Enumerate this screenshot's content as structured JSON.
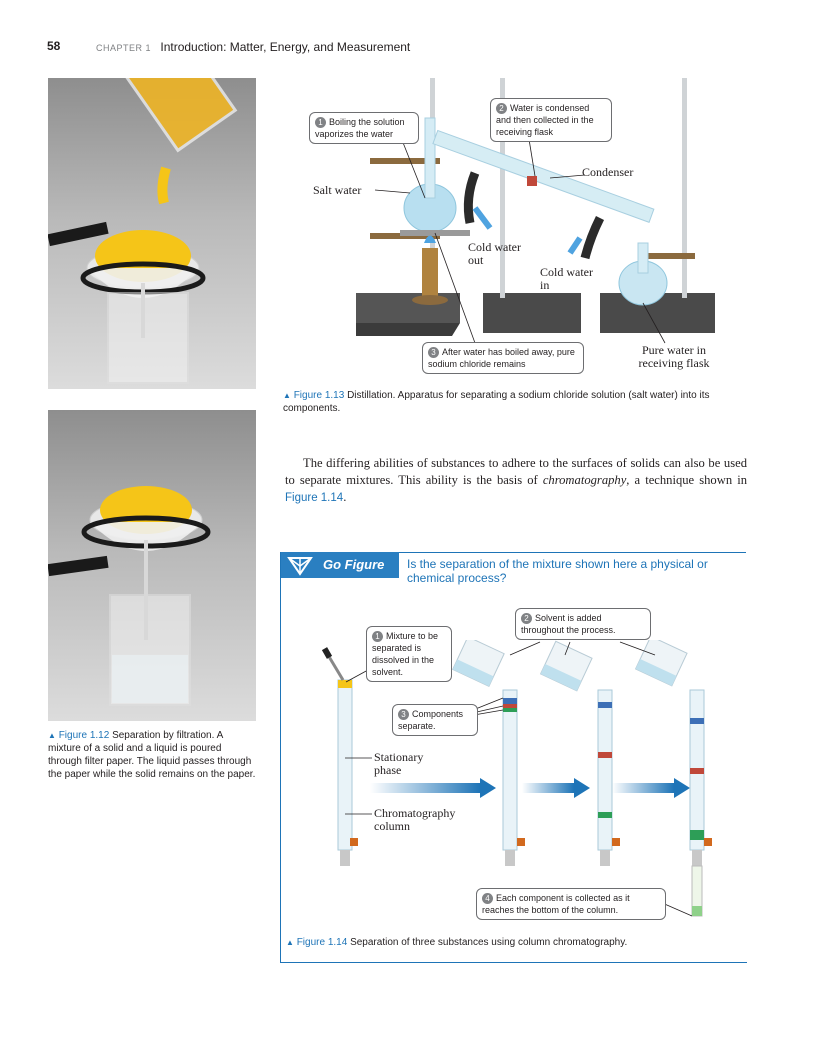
{
  "header": {
    "page_number": "58",
    "chapter_label": "CHAPTER 1",
    "chapter_title": "Introduction: Matter, Energy, and Measurement"
  },
  "figure_1_13": {
    "callout_1": {
      "num": "1",
      "text": "Boiling the solution vaporizes the water"
    },
    "callout_2": {
      "num": "2",
      "text": "Water is condensed and then collected in the receiving flask"
    },
    "callout_3": {
      "num": "3",
      "text": "After water has boiled away, pure sodium chloride remains"
    },
    "labels": {
      "salt_water": "Salt water",
      "condenser": "Condenser",
      "cold_water_out": "Cold water out",
      "cold_water_in": "Cold water in",
      "pure_water": "Pure water in receiving flask"
    },
    "caption_num": "Figure 1.13",
    "caption_text": "Distillation. Apparatus for separating a sodium chloride solution (salt water) into its components."
  },
  "figure_1_12": {
    "caption_num": "Figure 1.12",
    "caption_title": "Separation by filtration.",
    "caption_text": "A mixture of a solid and a liquid is poured through filter paper. The liquid passes through the paper while the solid remains on the paper."
  },
  "body": {
    "text_before_italic": "The differing abilities of substances to adhere to the surfaces of solids can also be used to separate mixtures. This ability is the basis of ",
    "italic_term": "chromatography",
    "text_after_italic": ", a technique shown in ",
    "figure_link": "Figure 1.14",
    "text_end": "."
  },
  "go_figure": {
    "badge": "Go Figure",
    "question": "Is the separation of the mixture shown here a physical or chemical process?"
  },
  "figure_1_14": {
    "callout_1": {
      "num": "1",
      "text": "Mixture to be separated is dissolved in the solvent."
    },
    "callout_2": {
      "num": "2",
      "text": "Solvent is added throughout the process."
    },
    "callout_3": {
      "num": "3",
      "text": "Components separate."
    },
    "callout_4": {
      "num": "4",
      "text": "Each component is collected as it reaches the bottom of the column."
    },
    "labels": {
      "stationary_phase": "Stationary phase",
      "chromatography_column": "Chromatography column"
    },
    "caption_num": "Figure 1.14",
    "caption_text": "Separation of three substances using column chromatography."
  },
  "colors": {
    "accent_blue": "#1e74b7",
    "mixture_yellow": "#f5c518"
  }
}
